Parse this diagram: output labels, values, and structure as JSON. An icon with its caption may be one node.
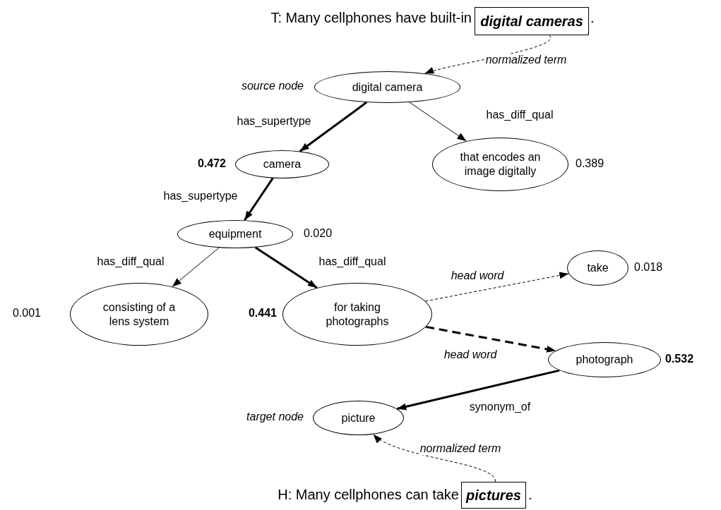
{
  "diagram": {
    "nodes": [
      {
        "text": [
          "digital cameras"
        ]
      },
      {
        "text": [
          "digital camera"
        ],
        "beside": [
          "source node"
        ]
      },
      {
        "text": [
          "camera"
        ],
        "beside": [
          "0.472"
        ]
      },
      {
        "text": [
          "that encodes an image digitally"
        ],
        "beside": [
          "0.389"
        ]
      },
      {
        "text": [
          "equipment"
        ],
        "beside": [
          "0.020"
        ]
      },
      {
        "text": [
          "consisting of a lens system"
        ],
        "beside": [
          "0.001"
        ]
      },
      {
        "text": [
          "for taking photographs"
        ],
        "beside": [
          "0.441"
        ]
      },
      {
        "text": [
          "take"
        ],
        "beside": [
          "0.018"
        ]
      },
      {
        "text": [
          "photograph"
        ],
        "beside": [
          "0.532"
        ]
      },
      {
        "text": [
          "picture"
        ],
        "beside": [
          "target node"
        ]
      },
      {
        "text": [
          "pictures"
        ]
      }
    ],
    "edges": [
      {
        "from": 0,
        "to": 1,
        "arrow": "to",
        "label": "normalized term",
        "style": "dashed"
      },
      {
        "from": 1,
        "to": 2,
        "arrow": "to",
        "label": "has_supertype",
        "style": "thick"
      },
      {
        "from": 1,
        "to": 3,
        "arrow": "to",
        "label": "has_diff_qual"
      },
      {
        "from": 2,
        "to": 4,
        "arrow": "to",
        "label": "has_supertype",
        "style": "thick"
      },
      {
        "from": 4,
        "to": 5,
        "arrow": "to",
        "label": "has_diff_qual"
      },
      {
        "from": 4,
        "to": 6,
        "arrow": "to",
        "label": "has_diff_qual",
        "style": "thick"
      },
      {
        "from": 6,
        "to": 7,
        "arrow": "to",
        "label": "head word",
        "style": "dashed"
      },
      {
        "from": 6,
        "to": 8,
        "arrow": "to",
        "label": "head word",
        "style": "dashed"
      },
      {
        "from": 8,
        "to": 9,
        "arrow": "to",
        "label": "synonym_of",
        "style": "thick"
      },
      {
        "from": 10,
        "to": 9,
        "arrow": "to",
        "label": "normalized term",
        "style": "dashed"
      }
    ],
    "labels": [
      "T: Many cellphones have built-in",
      ".",
      "H: Many cellphones can take",
      "."
    ]
  }
}
